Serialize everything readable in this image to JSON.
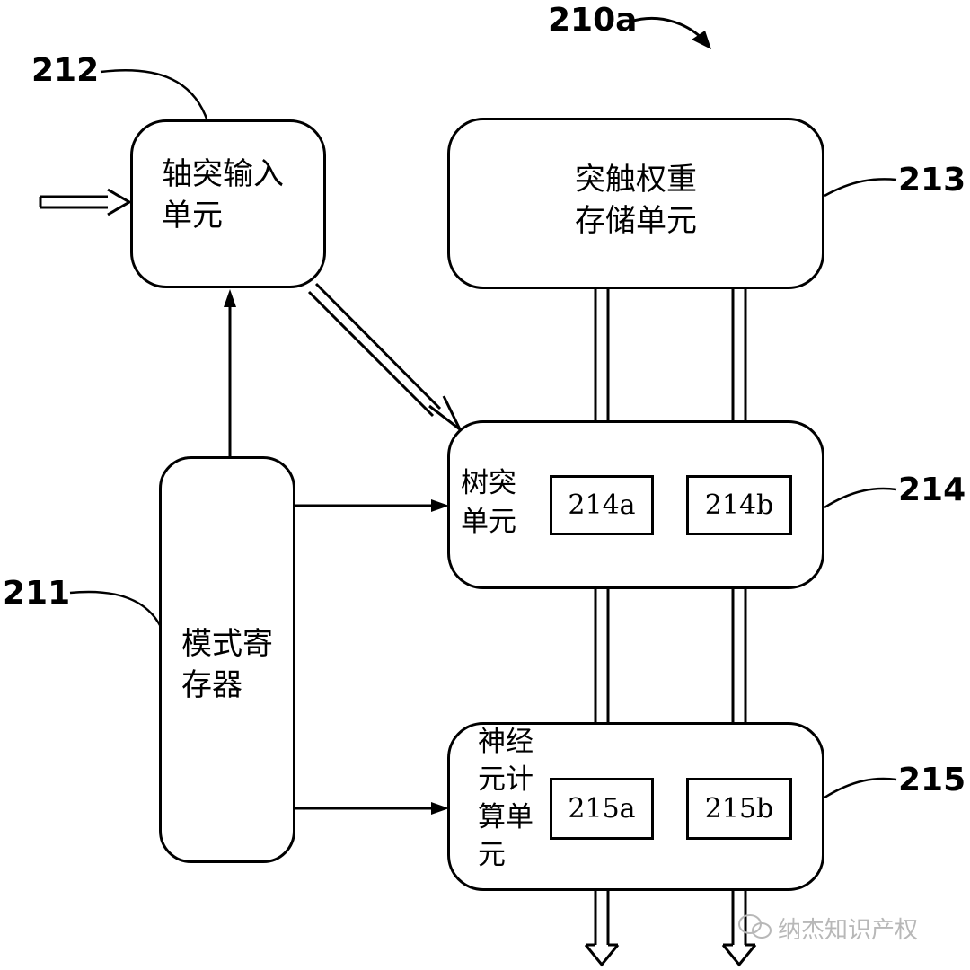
{
  "figure_ref": "210a",
  "blocks": {
    "axon_input": {
      "ref": "212",
      "line1": "轴突输入",
      "line2": "单元"
    },
    "synapse_weight": {
      "ref": "213",
      "line1": "突触权重",
      "line2": "存储单元"
    },
    "dendrite": {
      "ref": "214",
      "line1": "树突",
      "line2": "单元",
      "sub_a": "214a",
      "sub_b": "214b"
    },
    "mode_register": {
      "ref": "211",
      "line1": "模式寄",
      "line2": "存器"
    },
    "neuron_compute": {
      "ref": "215",
      "line1": "神经",
      "line2": "元计",
      "line3": "算单",
      "line4": "元",
      "sub_a": "215a",
      "sub_b": "215b"
    }
  },
  "watermark": "纳杰知识产权"
}
